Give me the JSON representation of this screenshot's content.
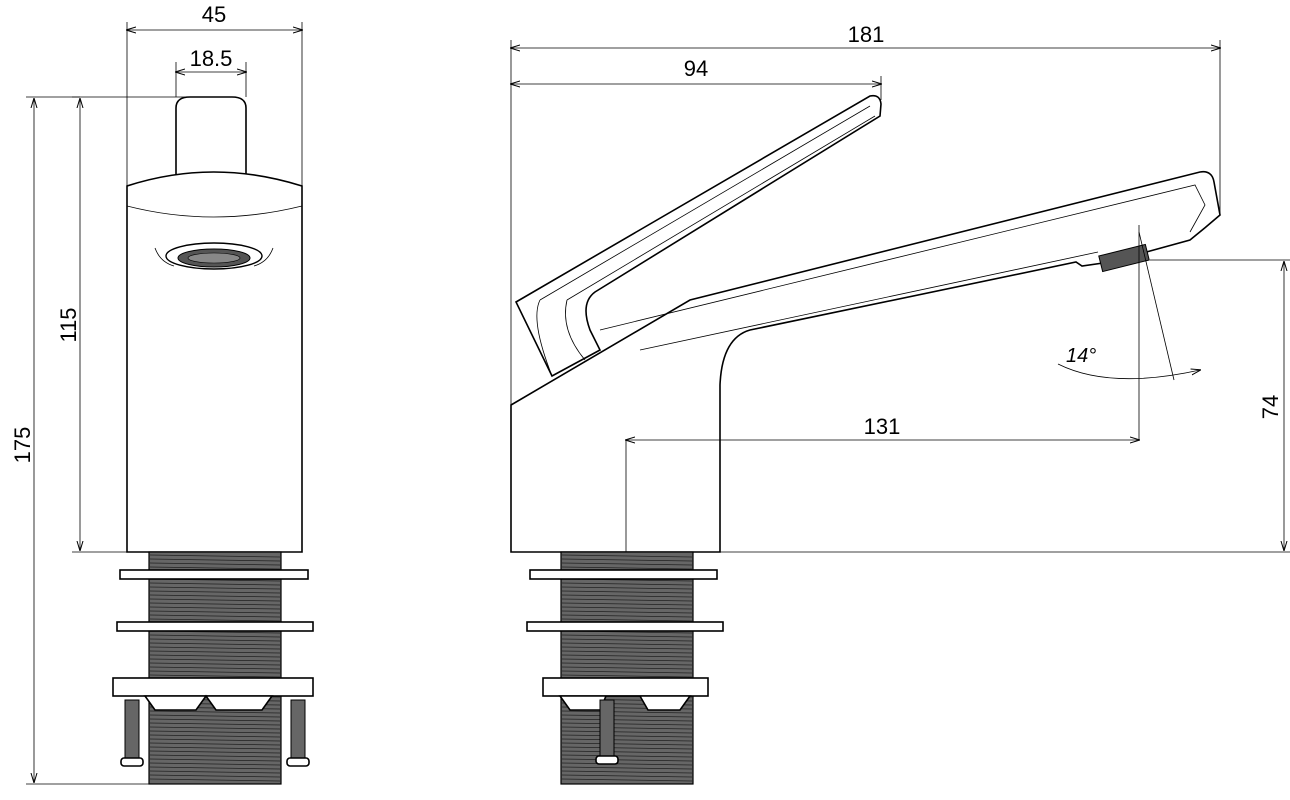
{
  "front_view": {
    "width_overall": "45",
    "handle_width": "18.5",
    "body_height": "115",
    "total_height": "175"
  },
  "side_view": {
    "total_reach": "181",
    "handle_reach": "94",
    "spout_reach": "131",
    "spout_height": "74",
    "spray_angle": "14°"
  }
}
